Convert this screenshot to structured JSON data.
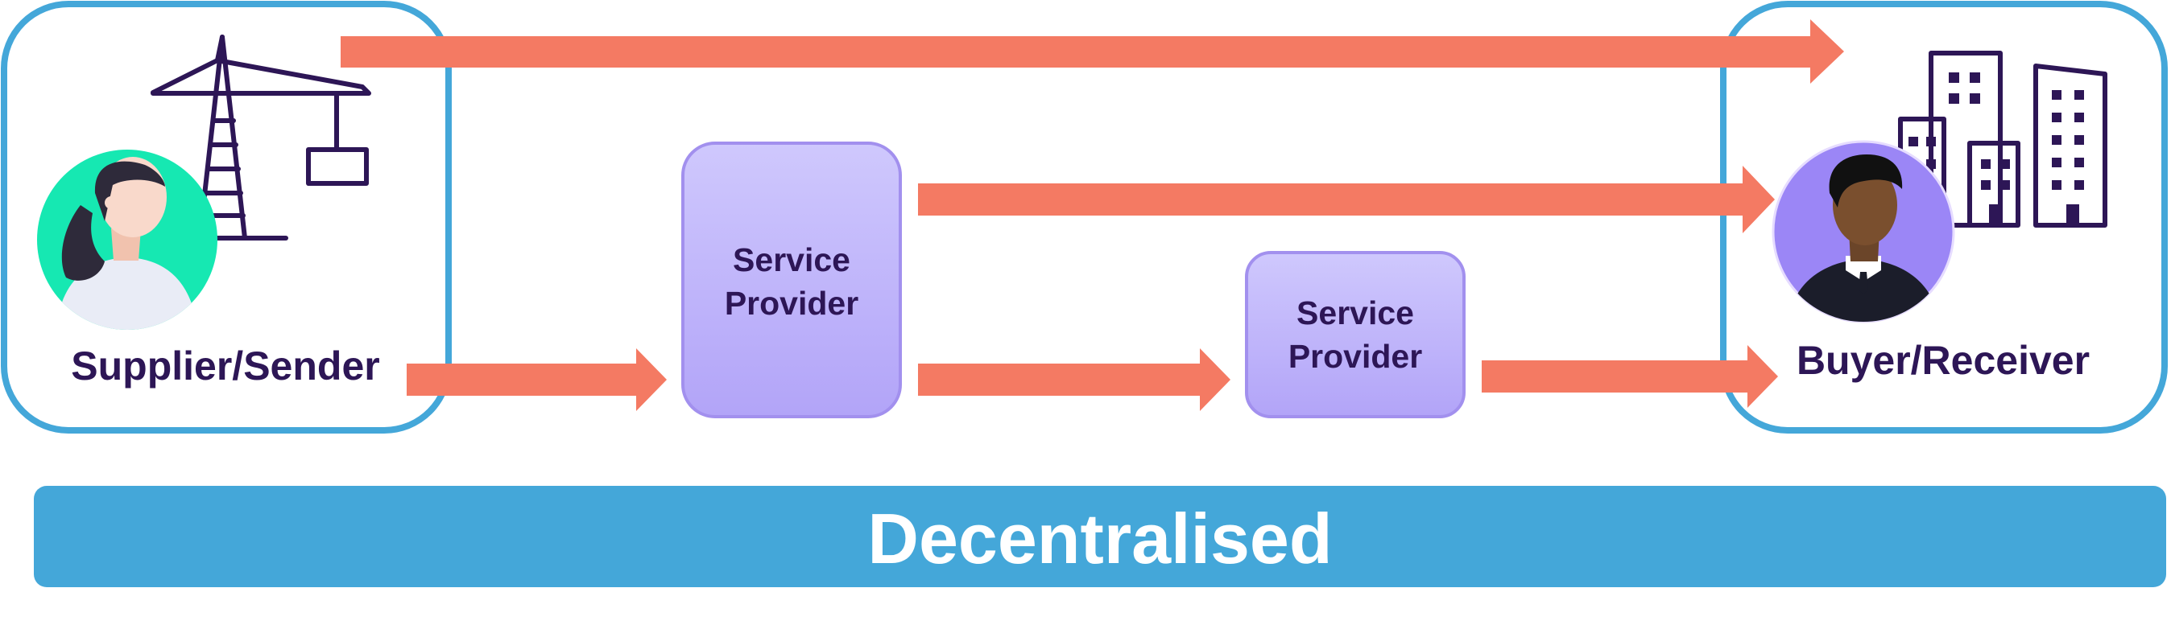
{
  "colors": {
    "frame": "#44a7d9",
    "arrow": "#f47a63",
    "sp_top": "#cfc8fd",
    "sp_bottom": "#b2a4f8",
    "sp_border": "#a290ee",
    "text": "#2d1656",
    "banner": "#44a7d9",
    "avatar_supplier": "#16e8b2",
    "avatar_buyer": "#9b86f6",
    "line_art": "#2d1656"
  },
  "supplier": {
    "label": "Supplier/Sender",
    "icons": [
      "crane-icon",
      "woman-avatar-icon"
    ]
  },
  "buyer": {
    "label": "Buyer/Receiver",
    "icons": [
      "buildings-icon",
      "man-avatar-icon"
    ]
  },
  "providers": [
    {
      "line1": "Service",
      "line2": "Provider"
    },
    {
      "line1": "Service",
      "line2": "Provider"
    }
  ],
  "banner": {
    "label": "Decentralised"
  }
}
